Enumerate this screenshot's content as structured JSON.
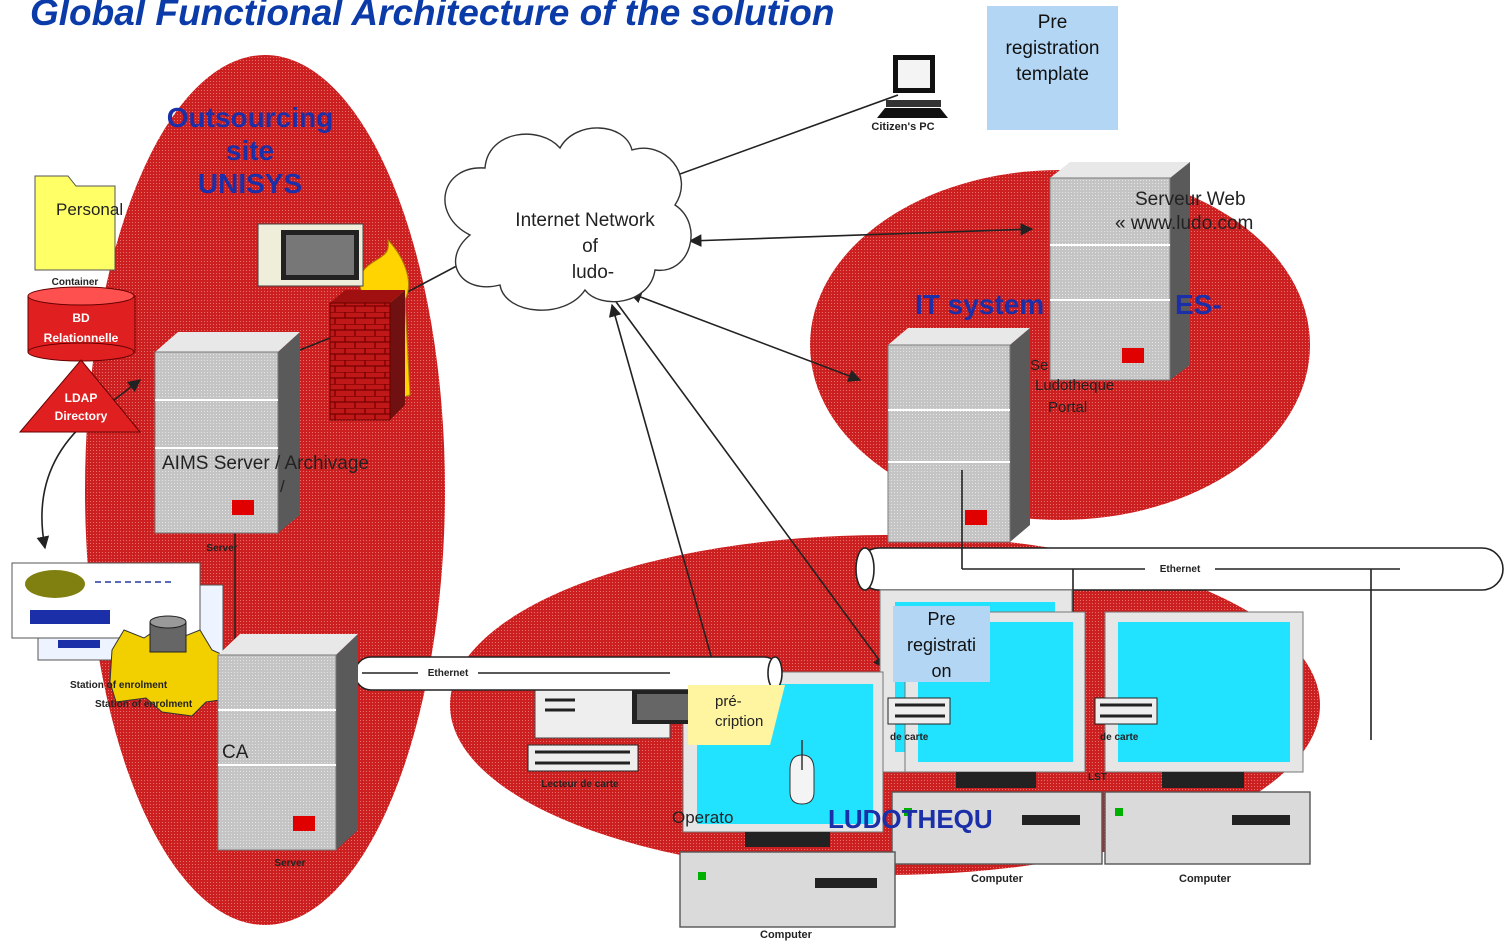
{
  "title": "Global Functional Architecture of the solution",
  "colors": {
    "zone_fill": "#cc1f1f",
    "title": "#0b3ba8",
    "note_fill": "#b3d6f5",
    "screen": "#22e3ff",
    "server": "#c0c0c0"
  },
  "zones": {
    "outsourcing": [
      "Outsourcing",
      "site",
      "UNISYS"
    ],
    "it_systems": "IT system",
    "it_systems_tail": "ES-",
    "ludotheque": "LUDOTHEQU"
  },
  "cloud": [
    "Internet Network",
    "of",
    "ludo-"
  ],
  "notes": {
    "top": [
      "Pre",
      "registration",
      "template"
    ],
    "bottom": [
      "Pre",
      "registrati",
      "on"
    ],
    "pre_inscription": [
      "pré-",
      "cription"
    ]
  },
  "labels": {
    "citizen_pc": "Citizen's PC",
    "web_server": [
      "Serveur Web",
      "« www.ludo.com"
    ],
    "partial_server": [
      "Se",
      "Ludotheque",
      "Portal"
    ],
    "aims_server": "AIMS Server / Archivage",
    "aims_slash": "/",
    "server_caption": "Server",
    "ca": "CA",
    "personal": "Personal",
    "personal_caption": "Container",
    "bd": [
      "BD",
      "Relationnelle"
    ],
    "ldap": [
      "LDAP",
      "Directory"
    ],
    "ethernet": "Ethernet",
    "enrol_caption": [
      "Station of enrolment",
      "Station of enrolment"
    ],
    "operator": "Operato",
    "computer": "Computer",
    "lecteur": "Lecteur de carte",
    "de_carte": "de carte",
    "lst": "LST"
  }
}
